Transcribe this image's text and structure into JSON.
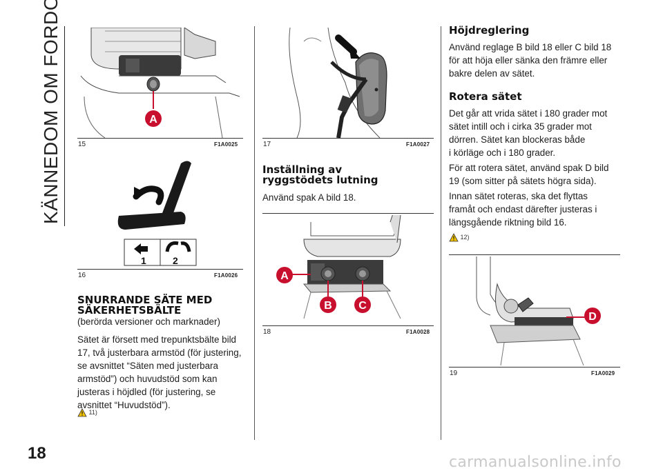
{
  "chapter": "KÄNNEDOM OM FORDONET",
  "page_number": "18",
  "watermark": "carmanualsonline.info",
  "figures": {
    "f15": {
      "number": "15",
      "code": "F1A0025",
      "label": "A"
    },
    "f16": {
      "number": "16",
      "code": "F1A0026",
      "labels": [
        "1",
        "2"
      ]
    },
    "f17": {
      "number": "17",
      "code": "F1A0027"
    },
    "f18": {
      "number": "18",
      "code": "F1A0028",
      "labels": [
        "A",
        "B",
        "C"
      ]
    },
    "f19": {
      "number": "19",
      "code": "F1A0029",
      "label": "D"
    }
  },
  "sections": {
    "swivel": {
      "heading_line1": "SNURRANDE SÄTE MED",
      "heading_line2": "SÄKERHETSBÄLTE",
      "subtitle": "(berörda versioner och marknader)",
      "lines": [
        "Sätet är försett med trepunktsbälte bild",
        "17, två justerbara armstöd (för justering,",
        "se avsnittet “Säten med justerbara",
        "armstöd”) och huvudstöd som kan",
        "justeras i höjdled (för justering, se",
        "avsnittet “Huvudstöd”)."
      ],
      "warning_ref": "11)"
    },
    "backrest": {
      "heading_line1": "Inställning av",
      "heading_line2": "ryggstödets lutning",
      "text": "Använd spak A bild 18."
    },
    "height": {
      "heading": "Höjdreglering",
      "lines": [
        "Använd reglage B bild 18 eller C bild 18",
        "för att höja eller sänka den främre eller",
        "bakre delen av sätet."
      ]
    },
    "rotate": {
      "heading": "Rotera sätet",
      "para1": [
        "Det går att vrida sätet i 180 grader mot",
        "sätet intill och i cirka 35 grader mot",
        "dörren. Sätet kan blockeras både",
        "i körläge och i 180 grader."
      ],
      "para2": [
        "För att rotera sätet, använd spak D bild",
        "19 (som sitter på sätets högra sida)."
      ],
      "para3": [
        "Innan sätet roteras, ska det flyttas",
        "framåt och endast därefter justeras i",
        "längsgående riktning bild 16."
      ],
      "warning_ref": "12)"
    }
  }
}
